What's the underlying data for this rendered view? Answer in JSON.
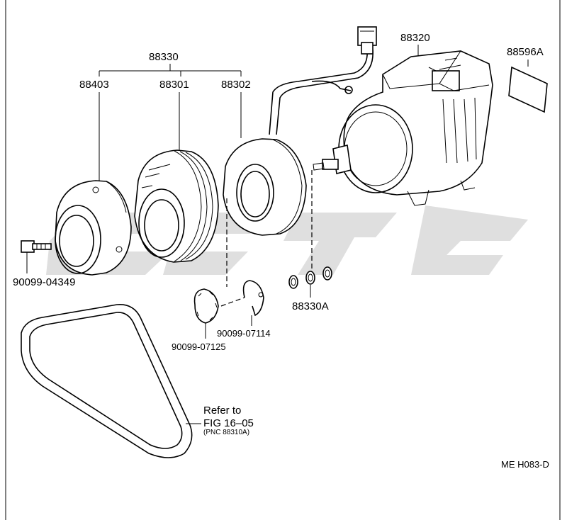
{
  "labels": {
    "assembly": "88330",
    "hub": "88403",
    "pulley": "88301",
    "stator": "88302",
    "compressor": "88320",
    "label_plate": "88596A",
    "bolt": "90099-04349",
    "shims": "88330A",
    "snap_ring_outer": "90099-07114",
    "snap_ring_inner": "90099-07125",
    "refer_to": "Refer to",
    "fig_ref": "FIG  16–05",
    "pnc_ref": "(PNC 88310A)",
    "figure_code": "ME H083-D"
  },
  "colors": {
    "line": "#000000",
    "watermark": "#d9d9d9",
    "background": "#ffffff"
  }
}
